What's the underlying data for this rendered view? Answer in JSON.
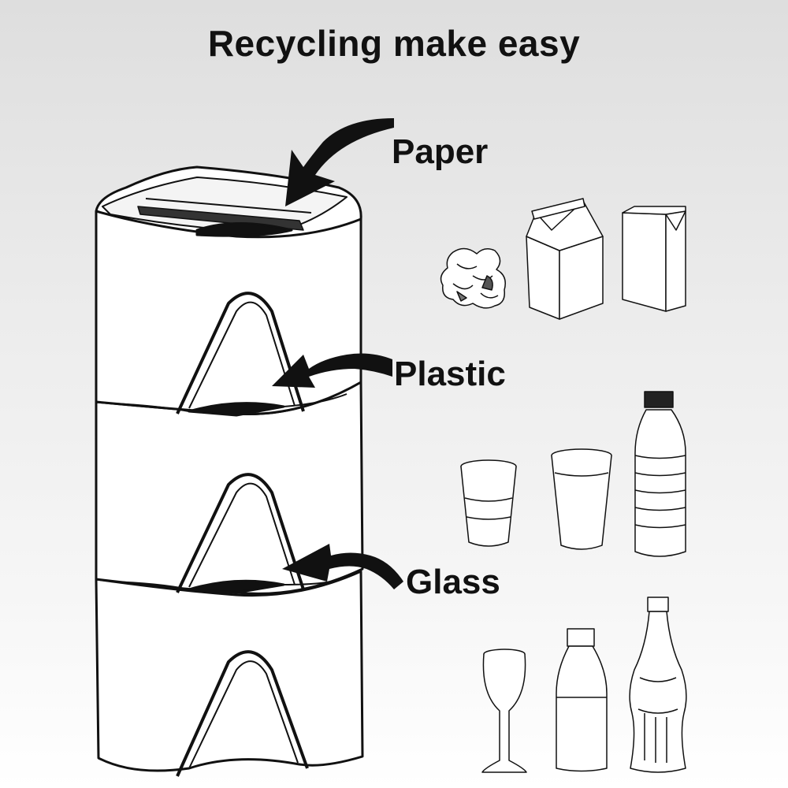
{
  "title": "Recycling make easy",
  "labels": {
    "paper": "Paper",
    "plastic": "Plastic",
    "glass": "Glass"
  },
  "colors": {
    "ink": "#111111",
    "bin_fill": "#ffffff",
    "background_top": "#dedede",
    "background_bottom": "#ffffff"
  }
}
